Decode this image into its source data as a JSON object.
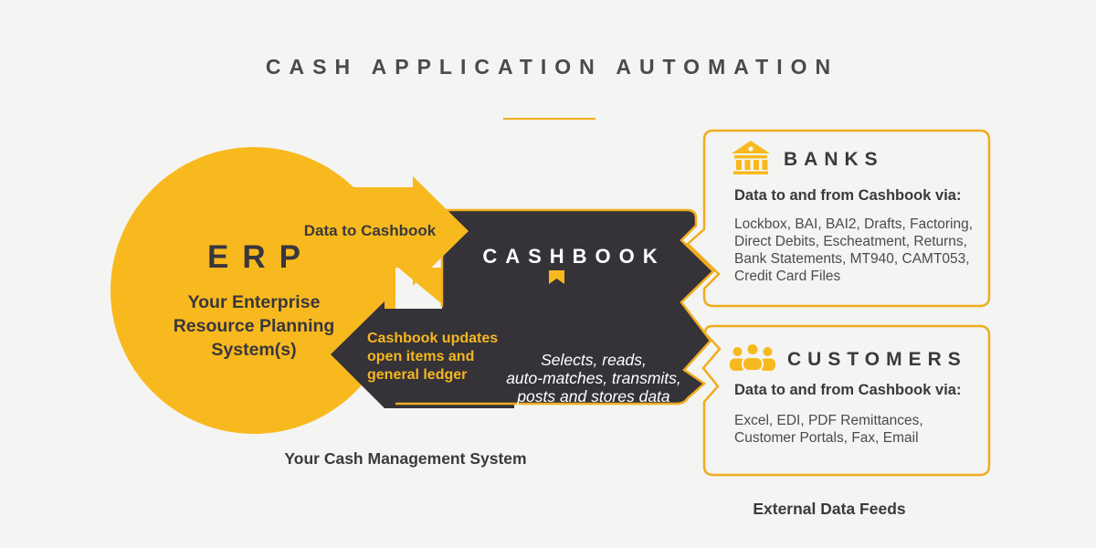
{
  "title": "CASH APPLICATION AUTOMATION",
  "colors": {
    "background": "#F4F4F2",
    "accent_yellow": "#F8B91E",
    "accent_border": "#F0AD1E",
    "dark_charcoal": "#353238",
    "title_gray": "#4A4A4A",
    "text_dark": "#39363D",
    "list_text": "#4C4951"
  },
  "erp": {
    "heading": "ERP",
    "sub_lines": [
      "Your Enterprise",
      "Resource Planning",
      "System(s)"
    ],
    "caption": "Your Cash Management System"
  },
  "flows": {
    "to_cashbook": "Data to Cashbook",
    "from_cashbook_lines": [
      "Cashbook updates",
      "open items and",
      "general ledger"
    ]
  },
  "cashbook": {
    "heading": "CASHBOOK",
    "icon": "bookmark-icon",
    "desc_lines": [
      "Selects, reads,",
      "auto-matches, transmits,",
      "posts and stores data"
    ]
  },
  "banks": {
    "heading": "BANKS",
    "icon": "bank-icon",
    "subheading": "Data to and from Cashbook via:",
    "item_lines": [
      "Lockbox, BAI, BAI2, Drafts, Factoring,",
      "Direct Debits, Escheatment, Returns,",
      "Bank Statements, MT940, CAMT053,",
      "Credit Card Files"
    ]
  },
  "customers": {
    "heading": "CUSTOMERS",
    "icon": "customers-icon",
    "subheading": "Data to and from Cashbook via:",
    "item_lines": [
      "Excel, EDI, PDF Remittances,",
      "Customer Portals, Fax, Email"
    ]
  },
  "feeds_caption": "External Data Feeds"
}
